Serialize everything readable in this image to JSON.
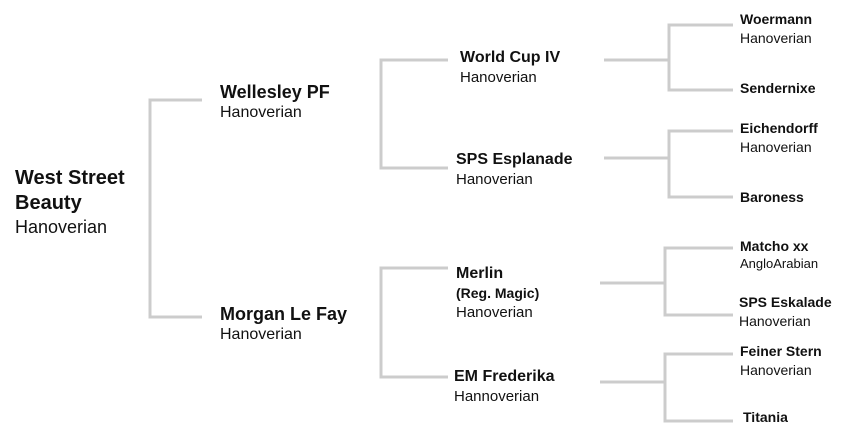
{
  "pedigree": {
    "subject": {
      "name_line1": "West Street",
      "name_line2": "Beauty",
      "breed": "Hanoverian"
    },
    "sire": {
      "name": "Wellesley PF",
      "breed": "Hanoverian"
    },
    "dam": {
      "name": "Morgan Le Fay",
      "breed": "Hanoverian"
    },
    "sire_sire": {
      "name": "World Cup IV",
      "breed": "Hanoverian"
    },
    "sire_dam": {
      "name": "SPS Esplanade",
      "breed": "Hanoverian"
    },
    "dam_sire": {
      "name": "Merlin",
      "note": "(Reg. Magic)",
      "breed": "Hanoverian"
    },
    "dam_dam": {
      "name": "EM Frederika",
      "breed": "Hannoverian"
    },
    "ggp": [
      {
        "name": "Woermann",
        "breed": "Hanoverian"
      },
      {
        "name": "Sendernixe",
        "breed": ""
      },
      {
        "name": "Eichendorff",
        "breed": "Hanoverian"
      },
      {
        "name": "Baroness",
        "breed": ""
      },
      {
        "name": "Matcho xx",
        "breed": "AngloArabian"
      },
      {
        "name": "SPS Eskalade",
        "breed": "Hanoverian"
      },
      {
        "name": "Feiner Stern",
        "breed": "Hanoverian"
      },
      {
        "name": "Titania",
        "breed": ""
      }
    ]
  },
  "style": {
    "line_color": "#cccccc"
  }
}
